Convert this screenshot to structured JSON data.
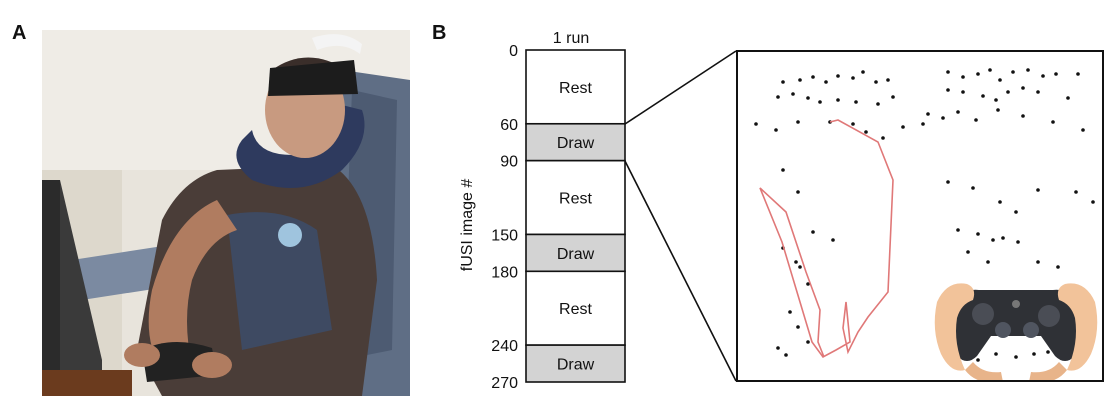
{
  "panel_a": {
    "letter": "A"
  },
  "panel_b": {
    "letter": "B",
    "column_header": "1 run",
    "axis_label": "fUSI  image #",
    "ticks": [
      "0",
      "60",
      "90",
      "150",
      "180",
      "240",
      "270"
    ],
    "blocks": [
      {
        "label": "Rest",
        "type": "rest",
        "start": 0,
        "end": 60
      },
      {
        "label": "Draw",
        "type": "draw",
        "start": 60,
        "end": 90
      },
      {
        "label": "Rest",
        "type": "rest",
        "start": 90,
        "end": 150
      },
      {
        "label": "Draw",
        "type": "draw",
        "start": 150,
        "end": 180
      },
      {
        "label": "Rest",
        "type": "rest",
        "start": 180,
        "end": 240
      },
      {
        "label": "Draw",
        "type": "draw",
        "start": 240,
        "end": 270
      }
    ],
    "colors": {
      "rest": "#ffffff",
      "draw": "#d3d3d3",
      "trace": "#e07878"
    }
  }
}
